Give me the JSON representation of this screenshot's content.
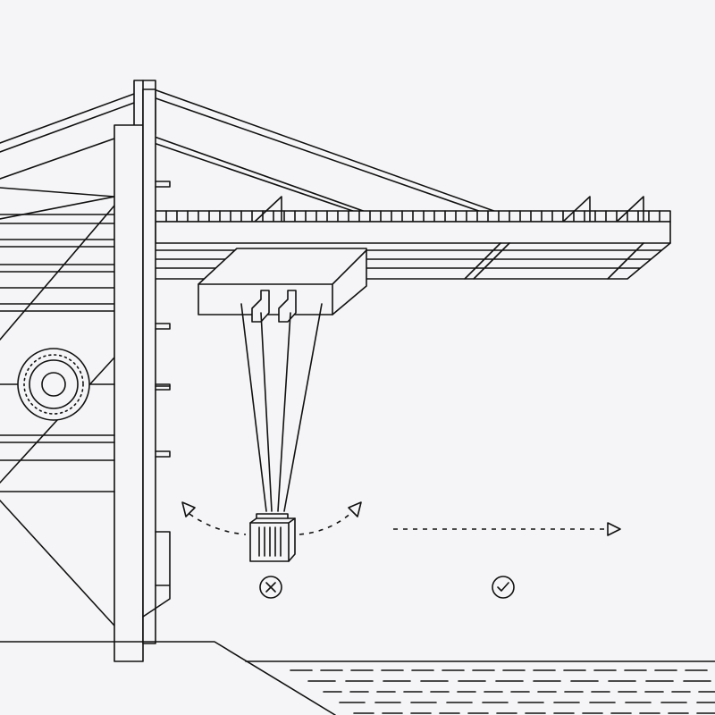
{
  "scene": {
    "subject": "gantry-crane",
    "colors": {
      "background": "#f5f5f7",
      "line": "#111111"
    },
    "indicators": [
      {
        "icon": "cross-circle-icon",
        "meaning": "swinging-load"
      },
      {
        "icon": "check-circle-icon",
        "meaning": "horizontal-movement"
      }
    ]
  }
}
